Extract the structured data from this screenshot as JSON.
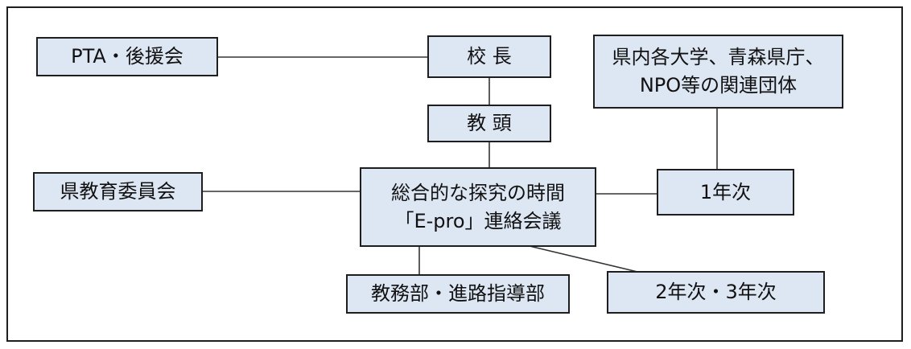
{
  "nodes": {
    "pta": "PTA・後援会",
    "principal": "校 長",
    "universities": "県内各大学、青森県庁、\nNPO等の関連団体",
    "vice_principal": "教 頭",
    "prefecture_board": "県教育委員会",
    "epro_council": "総合的な探究の時間\n「E-pro」連絡会議",
    "first_year": "1年次",
    "academic_dept": "教務部・進路指導部",
    "second_third_year": "2年次・3年次"
  }
}
